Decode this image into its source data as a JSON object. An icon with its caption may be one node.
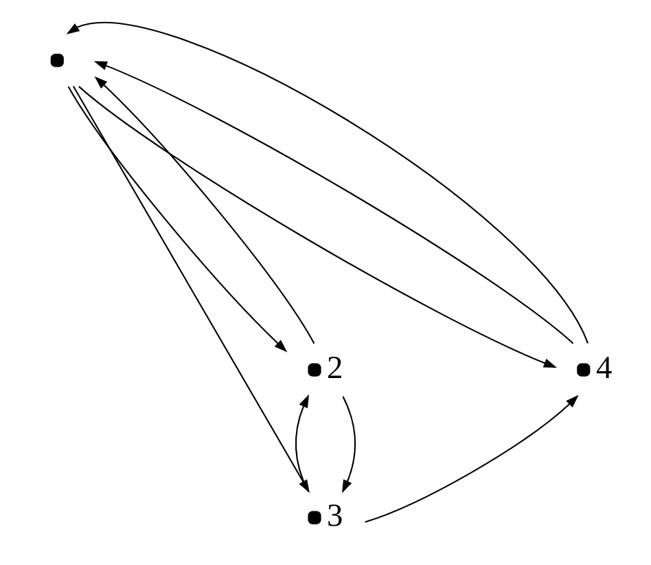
{
  "diagram": {
    "nodes": [
      {
        "text": [],
        "shape": "circle",
        "beside": [
          "3"
        ]
      },
      {
        "text": [],
        "shape": "circle"
      },
      {
        "text": [],
        "shape": "circle",
        "beside": [
          "4"
        ]
      },
      {
        "text": [],
        "shape": "circle",
        "beside": [
          "2"
        ]
      }
    ],
    "edges": [
      {
        "from": 1,
        "to": 0,
        "arrow": "to"
      },
      {
        "from": 0,
        "to": 2,
        "arrow": "to"
      },
      {
        "from": 3,
        "to": 0,
        "arrow": "to"
      },
      {
        "from": 0,
        "to": 3,
        "arrow": "to"
      },
      {
        "from": 1,
        "to": 2,
        "arrow": "to"
      },
      {
        "from": 2,
        "to": 1,
        "arrow": "to"
      },
      {
        "from": 2,
        "to": 1,
        "arrow": "to"
      },
      {
        "from": 1,
        "to": 3,
        "arrow": "to"
      },
      {
        "from": 3,
        "to": 1,
        "arrow": "to"
      }
    ]
  }
}
